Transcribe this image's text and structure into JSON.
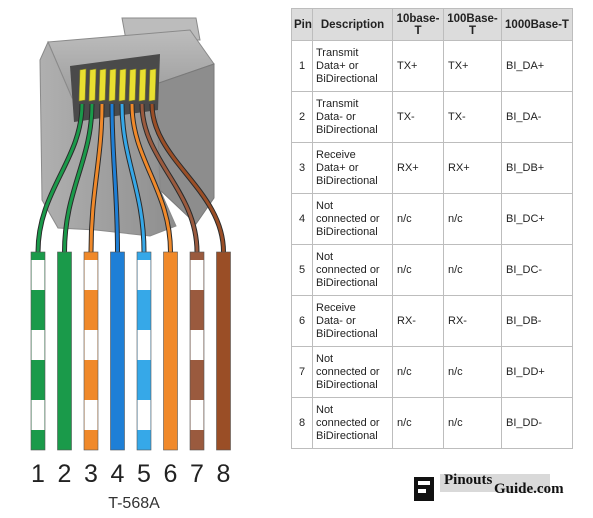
{
  "diagram": {
    "standard_label": "T-568A",
    "wire_numbers": [
      "1",
      "2",
      "3",
      "4",
      "5",
      "6",
      "7",
      "8"
    ],
    "wires": [
      {
        "name": "white-green",
        "color": "#1a9a4a",
        "striped": true
      },
      {
        "name": "green",
        "color": "#1a9a4a",
        "striped": false
      },
      {
        "name": "white-orange",
        "color": "#f0892a",
        "striped": true
      },
      {
        "name": "blue",
        "color": "#1e7fd6",
        "striped": false
      },
      {
        "name": "white-blue",
        "color": "#36a8e8",
        "striped": true
      },
      {
        "name": "orange",
        "color": "#f0892a",
        "striped": false
      },
      {
        "name": "white-brown",
        "color": "#9a5a3e",
        "striped": true
      },
      {
        "name": "brown",
        "color": "#9a4e26",
        "striped": false
      }
    ],
    "connector_color": "#a8a8a8",
    "contact_color": "#e8e030"
  },
  "table": {
    "headers": [
      "Pin",
      "Description",
      "10base-T",
      "100Base-T",
      "1000Base-T"
    ],
    "rows": [
      {
        "pin": "1",
        "desc": [
          "Transmit",
          "Data+ or",
          "BiDirectional"
        ],
        "t10": "TX+",
        "t100": "TX+",
        "t1000": "BI_DA+"
      },
      {
        "pin": "2",
        "desc": [
          "Transmit",
          "Data- or",
          "BiDirectional"
        ],
        "t10": "TX-",
        "t100": "TX-",
        "t1000": "BI_DA-"
      },
      {
        "pin": "3",
        "desc": [
          "Receive",
          "Data+ or",
          "BiDirectional"
        ],
        "t10": "RX+",
        "t100": "RX+",
        "t1000": "BI_DB+"
      },
      {
        "pin": "4",
        "desc": [
          "Not",
          "connected or",
          "BiDirectional"
        ],
        "t10": "n/c",
        "t100": "n/c",
        "t1000": "BI_DC+"
      },
      {
        "pin": "5",
        "desc": [
          "Not",
          "connected or",
          "BiDirectional"
        ],
        "t10": "n/c",
        "t100": "n/c",
        "t1000": "BI_DC-"
      },
      {
        "pin": "6",
        "desc": [
          "Receive",
          "Data- or",
          "BiDirectional"
        ],
        "t10": "RX-",
        "t100": "RX-",
        "t1000": "BI_DB-"
      },
      {
        "pin": "7",
        "desc": [
          "Not",
          "connected or",
          "BiDirectional"
        ],
        "t10": "n/c",
        "t100": "n/c",
        "t1000": "BI_DD+"
      },
      {
        "pin": "8",
        "desc": [
          "Not",
          "connected or",
          "BiDirectional"
        ],
        "t10": "n/c",
        "t100": "n/c",
        "t1000": "BI_DD-"
      }
    ]
  },
  "logo": {
    "word1": "Pinouts",
    "word2": "Guide.com"
  }
}
